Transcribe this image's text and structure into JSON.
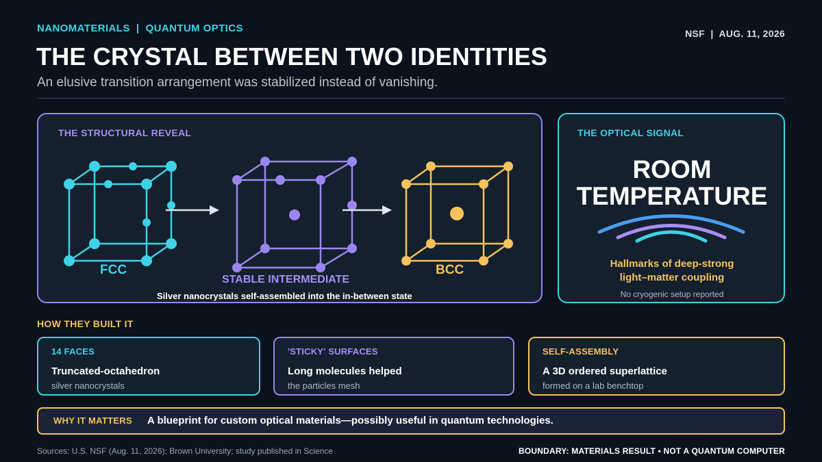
{
  "header": {
    "kicker": "NANOMATERIALS  |  QUANTUM OPTICS",
    "dateline": "NSF  |  AUG. 11, 2026",
    "title": "THE CRYSTAL BETWEEN TWO IDENTITIES",
    "subtitle": "An elusive transition arrangement was stabilized instead of vanishing."
  },
  "structural_panel": {
    "heading": "THE STRUCTURAL REVEAL",
    "label_fcc": "FCC",
    "label_intermediate": "STABLE INTERMEDIATE",
    "label_bcc": "BCC",
    "caption": "Silver nanocrystals self-assembled into the in-between state"
  },
  "optical_panel": {
    "heading": "THE OPTICAL SIGNAL",
    "headline_line1": "ROOM",
    "headline_line2": "TEMPERATURE",
    "hallmark_line1": "Hallmarks of deep-strong",
    "hallmark_line2": "light–matter coupling",
    "note": "No cryogenic setup reported"
  },
  "how_built": {
    "heading": "HOW THEY BUILT IT",
    "cards": [
      {
        "head": "14 FACES",
        "main": "Truncated-octahedron",
        "sub": "silver nanocrystals"
      },
      {
        "head": "'STICKY' SURFACES",
        "main": "Long molecules helped",
        "sub": "the particles mesh"
      },
      {
        "head": "SELF-ASSEMBLY",
        "main": "A 3D ordered superlattice",
        "sub": "formed on a lab benchtop"
      }
    ]
  },
  "why_matters": {
    "label": "WHY IT MATTERS",
    "text": "A blueprint for custom optical materials—possibly useful in quantum technologies."
  },
  "footer": {
    "sources": "Sources: U.S. NSF (Aug. 11, 2026); Brown University; study published in Science",
    "boundary": "BOUNDARY: MATERIALS RESULT • NOT A QUANTUM COMPUTER"
  },
  "colors": {
    "cyan": "#3fd2e6",
    "violet": "#9b86f0",
    "gold": "#f6c25c",
    "background": "#0b121b",
    "panel": "#14202d"
  },
  "icons": {
    "fcc_lattice": "fcc-cube-icon",
    "intermediate_lattice": "intermediate-cube-icon",
    "bcc_lattice": "bcc-cube-icon",
    "signal_arcs": "signal-waves-icon"
  }
}
